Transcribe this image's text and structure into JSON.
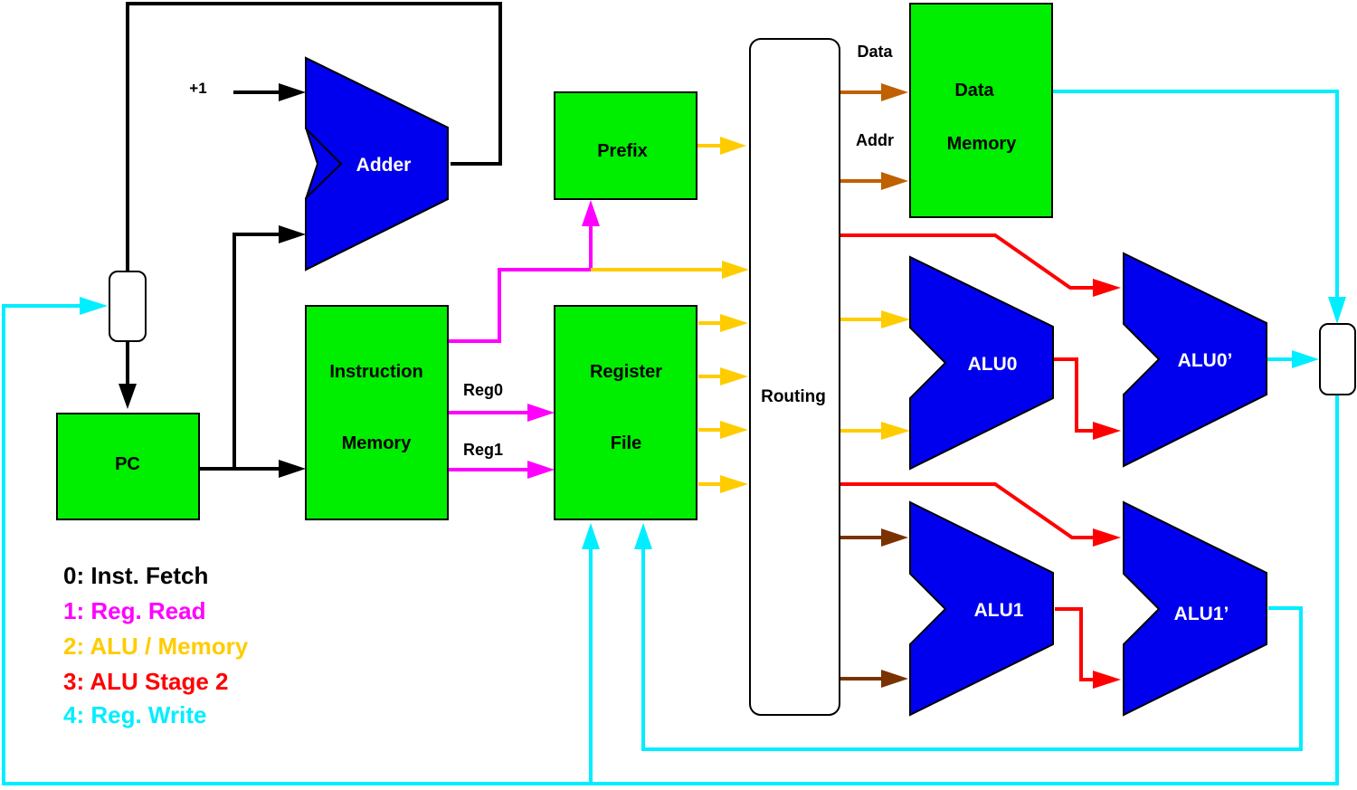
{
  "diagram": {
    "colors": {
      "fetch": "#000000",
      "reg_read": "#ff00ff",
      "alu_mem": "#ffcc00",
      "alu_stage2": "#ff0000",
      "reg_write": "#00eeff",
      "mem_brown": "#c06000",
      "alu1_brown": "#7a3300",
      "block_green": "#00ee00",
      "alu_blue": "#0000ee"
    },
    "blocks": {
      "pc": "PC",
      "adder": "Adder",
      "instr_mem_line1": "Instruction",
      "instr_mem_line2": "Memory",
      "prefix": "Prefix",
      "regfile_line1": "Register",
      "regfile_line2": "File",
      "routing": "Routing",
      "datamem_line1": "Data",
      "datamem_line2": "Memory",
      "alu0": "ALU0",
      "alu0p": "ALU0’",
      "alu1": "ALU1",
      "alu1p": "ALU1’"
    },
    "signals": {
      "plus_one": "+1",
      "reg0": "Reg0",
      "reg1": "Reg1",
      "data": "Data",
      "addr": "Addr"
    },
    "legend": [
      {
        "label": "0: Inst. Fetch",
        "color": "#000000"
      },
      {
        "label": "1: Reg. Read",
        "color": "#ff00ff"
      },
      {
        "label": "2: ALU / Memory",
        "color": "#ffcc00"
      },
      {
        "label": "3: ALU Stage 2",
        "color": "#ff0000"
      },
      {
        "label": "4: Reg. Write",
        "color": "#00eeff"
      }
    ]
  }
}
